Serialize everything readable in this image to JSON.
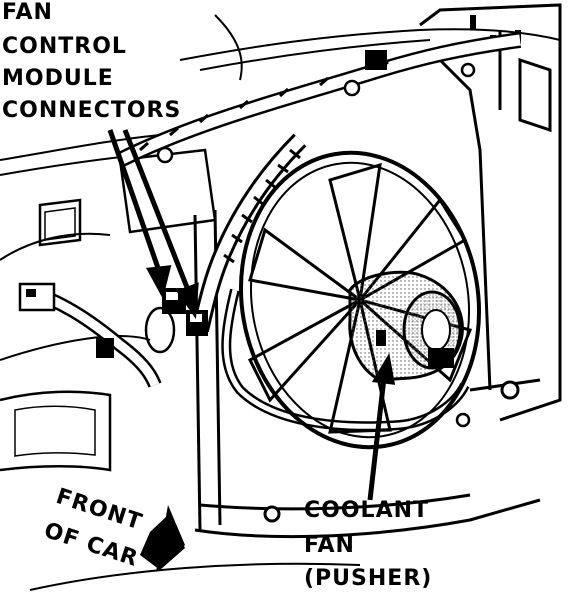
{
  "labels": {
    "fan_control_module_connectors": [
      "FAN",
      "CONTROL",
      "MODULE",
      "CONNECTORS"
    ],
    "front_of_car": [
      "FRONT",
      "OF CAR"
    ],
    "coolant_fan": [
      "COOLANT",
      "FAN",
      "(PUSHER)"
    ]
  },
  "colors": {
    "ink": "#000000",
    "paper": "#ffffff",
    "stipple": "#555555"
  }
}
